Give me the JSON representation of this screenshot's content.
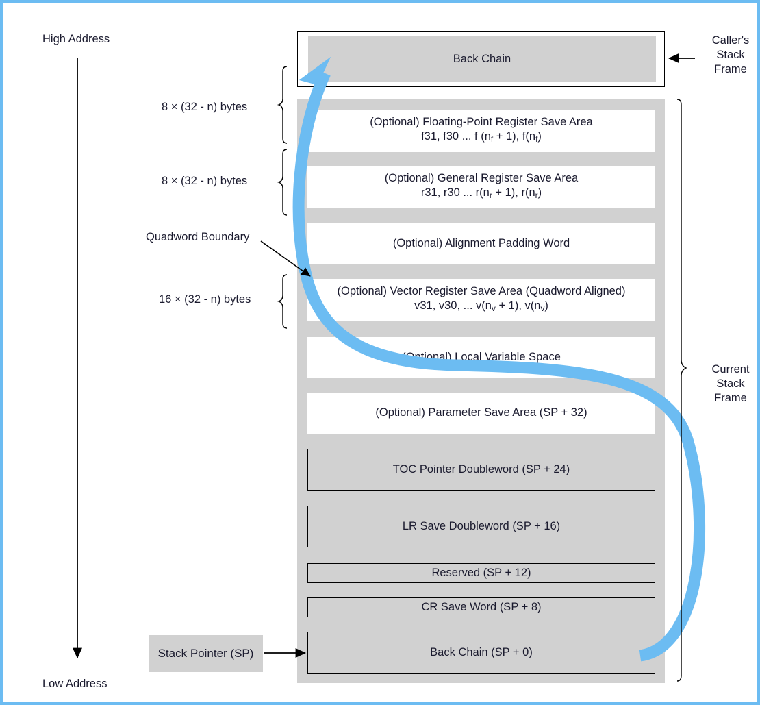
{
  "diagram": {
    "title_axis": {
      "high_label": "High Address",
      "low_label": "Low Address"
    },
    "side_labels": {
      "callers_frame": "Caller's\nStack\nFrame",
      "callers_frame_l1": "Caller's",
      "callers_frame_l2": "Stack",
      "callers_frame_l3": "Frame",
      "current_frame_l1": "Current",
      "current_frame_l2": "Stack",
      "current_frame_l3": "Frame"
    },
    "size_labels": [
      {
        "text": "8 × (32 - n) bytes"
      },
      {
        "text": "8 × (32 - n) bytes"
      },
      {
        "text": "16 × (32 - n) bytes"
      }
    ],
    "quadword_label": "Quadword Boundary",
    "stack_pointer_label": "Stack Pointer (SP)",
    "caller_frame": {
      "slot": "Back Chain"
    },
    "current_frame_slots": [
      {
        "style": "white",
        "line1": "(Optional) Floating-Point Register Save Area",
        "line2_pre": "f31, f30 ... f (n",
        "line2_sub": "f",
        "line2_mid": " + 1), f(n",
        "line2_sub2": "f",
        "line2_post": ")"
      },
      {
        "style": "white",
        "line1": "(Optional) General Register Save Area",
        "line2_pre": "r31, r30 ... r(n",
        "line2_sub": "r",
        "line2_mid": " + 1), r(n",
        "line2_sub2": "r",
        "line2_post": ")"
      },
      {
        "style": "white",
        "line1": "(Optional) Alignment Padding Word"
      },
      {
        "style": "white",
        "line1": "(Optional) Vector Register Save Area (Quadword Aligned)",
        "line2_pre": "v31, v30, ... v(n",
        "line2_sub": "v",
        "line2_mid": " + 1), v(n",
        "line2_sub2": "v",
        "line2_post": ")"
      },
      {
        "style": "white",
        "line1": "(Optional) Local Variable Space"
      },
      {
        "style": "white",
        "line1": "(Optional) Parameter Save Area (SP + 32)"
      },
      {
        "style": "grayline",
        "line1": "TOC Pointer Doubleword (SP + 24)"
      },
      {
        "style": "grayline",
        "line1": "LR Save Doubleword (SP + 16)"
      },
      {
        "style": "grayline",
        "line1": "Reserved (SP + 12)"
      },
      {
        "style": "grayline",
        "line1": "CR Save Word (SP + 8)"
      },
      {
        "style": "grayline",
        "line1": "Back Chain (SP + 0)"
      }
    ],
    "colors": {
      "border": "#6cbcf2",
      "arrow_blue": "#6cbcf2",
      "slot_gray": "#d1d1d1",
      "text": "#1a1a2e",
      "line": "#000000"
    }
  }
}
